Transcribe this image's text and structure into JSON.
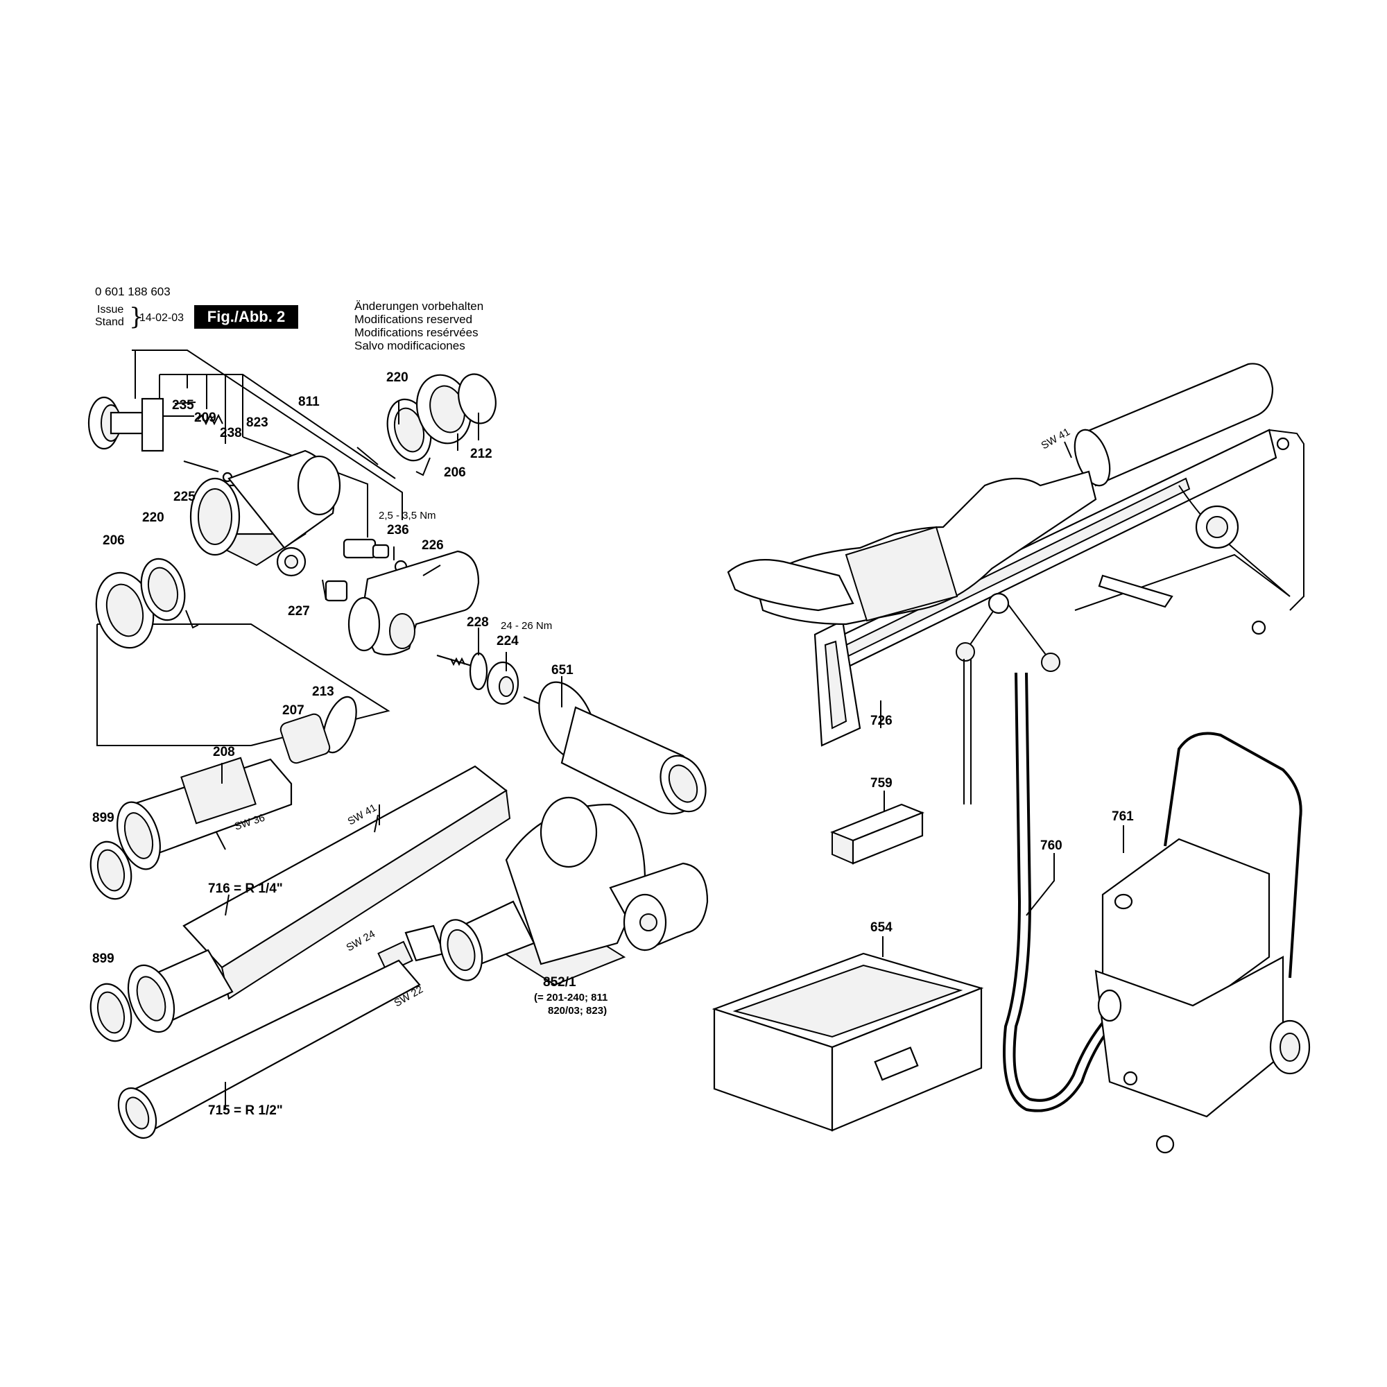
{
  "header": {
    "part_number": "0 601 188 603",
    "issue_label": "Issue",
    "stand_label": "Stand",
    "date": "14-02-03",
    "figure": "Fig./Abb. 2",
    "notes": [
      "Änderungen vorbehalten",
      "Modifications reserved",
      "Modifications resérvées",
      "Salvo modificaciones"
    ]
  },
  "labels": {
    "p811": "811",
    "p823": "823",
    "p235": "235",
    "p209": "209",
    "p238": "238",
    "p220a": "220",
    "p220b": "220",
    "p206a": "206",
    "p206b": "206",
    "p212": "212",
    "torque1": "2,5 - 3,5 Nm",
    "p236": "236",
    "p226": "226",
    "p225": "225",
    "p227": "227",
    "p228": "228",
    "torque2": "24 - 26 Nm",
    "p224": "224",
    "p651": "651",
    "p213": "213",
    "p207": "207",
    "p208": "208",
    "sw36": "SW 36",
    "p899a": "899",
    "p899b": "899",
    "sw41a": "SW 41",
    "p716": "716 = R 1/4\"",
    "sw24": "SW 24",
    "sw22": "SW 22",
    "p715": "715 = R 1/2\"",
    "p852": "852/1",
    "p852note1": "(= 201-240; 811",
    "p852note2": "820/03; 823)",
    "sw41b": "SW 41",
    "p726": "726",
    "p759": "759",
    "p654": "654",
    "p760": "760",
    "p761": "761"
  }
}
